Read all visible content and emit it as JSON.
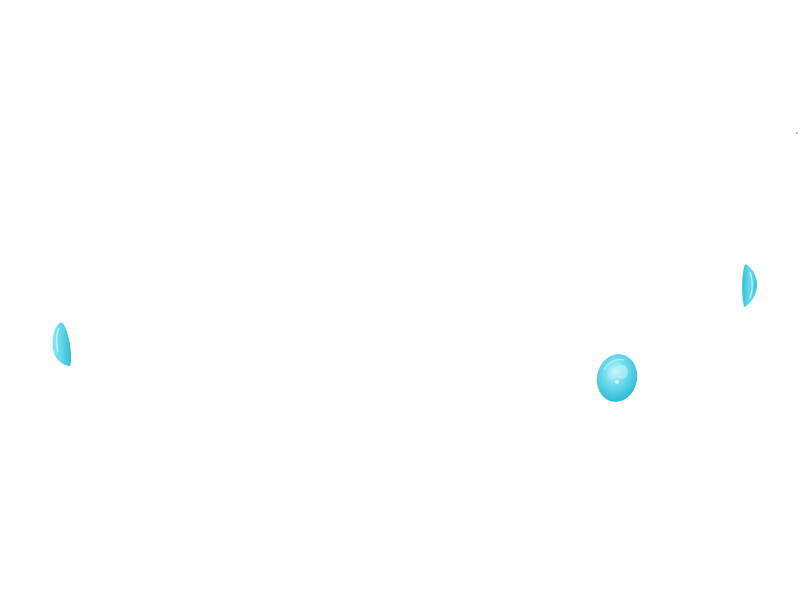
{
  "scene": {
    "background_color": "#ffffff",
    "objects": [
      {
        "kind": "gem",
        "view": "side",
        "icon": "cyan-gem-sliver-icon"
      },
      {
        "kind": "gem",
        "view": "front",
        "icon": "cyan-gem-round-icon"
      },
      {
        "kind": "gem",
        "view": "side",
        "icon": "cyan-gem-sliver-icon"
      }
    ],
    "colors": {
      "gem_light": "#b9f3fb",
      "gem_mid": "#5cd6ea",
      "gem_dark": "#2fbfd6",
      "gem_edge": "#23b3cc"
    }
  }
}
